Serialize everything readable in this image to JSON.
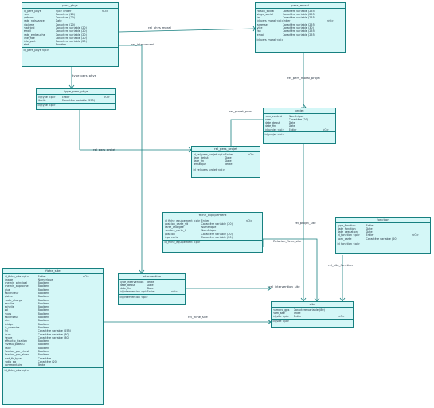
{
  "colors": {
    "line": "#178080",
    "fill": "#d4f7f7",
    "text": "#1d2b3a"
  },
  "entities": {
    "personnel": {
      "title": "pers_phys",
      "rows": [
        [
          "id_pers_phys",
          "<pi> Entier",
          "<O>"
        ],
        [
          "nom",
          "Caractère (20)",
          ""
        ],
        [
          "prénom",
          "Caractère (20)",
          ""
        ],
        [
          "date_naissance",
          "Date",
          ""
        ],
        [
          "diplome",
          "Caractère (20)",
          ""
        ],
        [
          "matricul",
          "Caractère variable (20)",
          ""
        ],
        [
          "email",
          "Caractère variable (20)",
          ""
        ],
        [
          "date_embauche",
          "Caractère variable (20)",
          ""
        ],
        [
          "tele_fixe",
          "Caractère variable (20)",
          ""
        ],
        [
          "tele_port",
          "Caractère variable (20)",
          ""
        ],
        [
          "etat",
          "Booléen",
          ""
        ]
      ],
      "pk": "id_pers_phys <pi>"
    },
    "pers_moral": {
      "title": "pers_moral",
      "rows": [
        [
          "raison_social",
          "Caractère variable (255)",
          ""
        ],
        [
          "siege_social",
          "Caractère variable (255)",
          ""
        ],
        [
          "tel",
          "Caractère variable (255)",
          ""
        ],
        [
          "id_pers_moral <pi>",
          "Entier",
          "<O>"
        ],
        [
          "adresse",
          "Caractère variable (255)",
          ""
        ],
        [
          "ville",
          "Caractère variable (30)",
          ""
        ],
        [
          "fax",
          "Caractère variable (255)",
          ""
        ],
        [
          "email",
          "Caractère variable (255)",
          ""
        ]
      ],
      "pk": "id_pers_moral <pi>"
    },
    "type_pers": {
      "title": "type_pers_phys",
      "rows": [
        [
          "id_type <pi>",
          "Entier",
          "<O>"
        ],
        [
          "libelle",
          "Caractère variable (255)",
          ""
        ]
      ],
      "pk": "id_type <pi>"
    },
    "projet": {
      "title": "projet",
      "rows": [
        [
          "num_contrat",
          "Numérique",
          ""
        ],
        [
          "nom",
          "Caractère (20)",
          ""
        ],
        [
          "date_debut",
          "Date",
          ""
        ],
        [
          "date_fin",
          "Date",
          ""
        ],
        [
          "id_projet <pi>",
          "Entier",
          "<O>"
        ]
      ],
      "pk": "id_projet <pi>"
    },
    "rel_pers_projet": {
      "title": "rel_pers_projet",
      "rows": [
        [
          "id_rel_pers_projet <pi>",
          "Entier",
          "<O>"
        ],
        [
          "date_debut",
          "Date",
          ""
        ],
        [
          "date_fin",
          "Date",
          ""
        ],
        [
          "remarque",
          "Texte",
          ""
        ]
      ],
      "pk": "id_rel_pers_projet <pi>"
    },
    "fiche_equipement": {
      "title": "fiche_equipement",
      "rows": [
        [
          "id_fiche_equipement <pi>",
          "Entier",
          "<O>"
        ],
        [
          "position_carte_sit",
          "Caractère variable (20)",
          ""
        ],
        [
          "carte_chargee",
          "Numérique",
          ""
        ],
        [
          "nombre_carte_li",
          "Numérique",
          ""
        ],
        [
          "position",
          "Caractère variable (20)",
          ""
        ],
        [
          "type carte",
          "Caractère variable (20)",
          ""
        ]
      ],
      "pk": "id_fiche_equipement <pi>"
    },
    "fonction": {
      "title": "fonction",
      "rows": [
        [
          "type_fonction",
          "Entier",
          ""
        ],
        [
          "date_fonction",
          "Date",
          ""
        ],
        [
          "date_cessation",
          "Date",
          ""
        ],
        [
          "id_fonction <pi>",
          "Entier",
          "<O>"
        ],
        [
          "nom_carte",
          "Caractère variable (20)",
          ""
        ]
      ],
      "pk": "id_fonction <pi>"
    },
    "fiche_site": {
      "title": "fiche_site",
      "rows": [
        [
          "id_fiche_site <pi>",
          "Entier",
          "<O>"
        ],
        [
          "image",
          "Numérique",
          ""
        ],
        [
          "chemin_principal",
          "Booléen",
          ""
        ],
        [
          "chemin_approche",
          "Booléen",
          ""
        ],
        [
          "giue",
          "Booléen",
          ""
        ],
        [
          "ascendeur",
          "Booléen",
          ""
        ],
        [
          "pistes",
          "Booléen",
          ""
        ],
        [
          "route_charge",
          "Booléen",
          ""
        ],
        [
          "escalie",
          "Booléen",
          ""
        ],
        [
          "echelle",
          "Booléen",
          ""
        ],
        [
          "sol",
          "Booléen",
          ""
        ],
        [
          "murs",
          "Booléen",
          ""
        ],
        [
          "ascenseur",
          "Booléen",
          ""
        ],
        [
          "clim",
          "Booléen",
          ""
        ],
        [
          "bridge",
          "Booléen",
          ""
        ],
        [
          "ts_chemins",
          "Booléen",
          ""
        ],
        [
          "fel",
          "Caractère variable (255)",
          ""
        ],
        [
          "jours",
          "Caractère variable (80)",
          ""
        ],
        [
          "heure",
          "Caractère variable (80)",
          ""
        ],
        [
          "effractio_fixation",
          "Booléen",
          ""
        ],
        [
          "niveau_poteau",
          "Booléen",
          ""
        ],
        [
          "dalle",
          "Booléen",
          ""
        ],
        [
          "fixation_par_chest",
          "Booléen",
          ""
        ],
        [
          "fixation_par_alveol",
          "Booléen",
          ""
        ],
        [
          "mat_tb_type",
          "Caractère",
          ""
        ],
        [
          "radio_eq",
          "Caractère (20)",
          ""
        ],
        [
          "commentaire",
          "Texte",
          ""
        ]
      ],
      "pk": "id_fiche_site <pi>"
    },
    "intervention": {
      "title": "intervention",
      "rows": [
        [
          "type_intervention",
          "Texte",
          ""
        ],
        [
          "date_debut",
          "Date",
          ""
        ],
        [
          "date_fin",
          "Date",
          ""
        ],
        [
          "id_intervention <pi>",
          "Entier",
          "<O>"
        ]
      ],
      "pk": "id_intervention <pi>"
    },
    "site": {
      "title": "site",
      "rows": [
        [
          "numero_gps",
          "Caractère variable (80)",
          ""
        ],
        [
          "nom_site",
          "Texte",
          ""
        ],
        [
          "id_site <pi>",
          "Entier",
          "<O>"
        ]
      ],
      "pk": "id_site <pi>"
    }
  },
  "relations": {
    "rel_phys_moral": "rel_phys_moral",
    "type_pers_phys": "type_pers_phys",
    "rel_intervenant": "rel_intervenant",
    "rel_pers_moral_projet": "rel_pers_moral_projet",
    "rel_projet_pers": "rel_projet_pers",
    "rel_pers_projet": "rel_pers_projet",
    "rel_projet_site": "rel_projet_site",
    "relation_fiche_site": "Relation_fiche_site",
    "rel_site_fonction": "rel_site_fonction",
    "rel_intervention_site": "rel_intervention_site",
    "rel_fiche_site": "rel_fiche_site"
  }
}
